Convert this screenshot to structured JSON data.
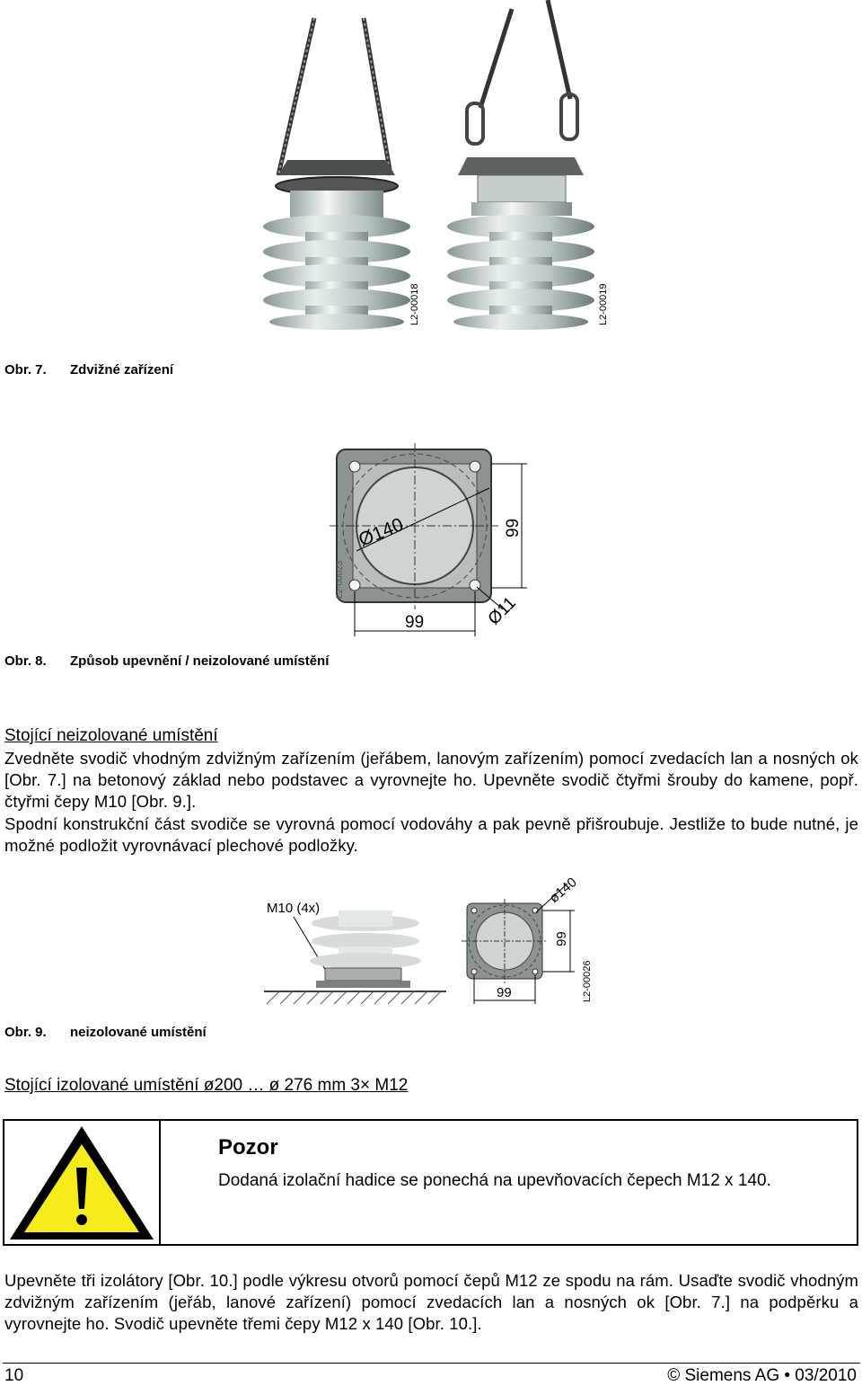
{
  "fig7": {
    "code_left": "L2-00018",
    "code_right": "L2-00019",
    "caption_num": "Obr. 7.",
    "caption_text": "Zdvižné zařízení"
  },
  "fig8": {
    "diameter": "Ø140",
    "height": "99",
    "width": "99",
    "hole": "Ø11",
    "code": "L2-00023",
    "caption_num": "Obr. 8.",
    "caption_text": "Způsob upevnění / neizolované umístění"
  },
  "section1": {
    "heading": "Stojící neizolované umístění",
    "para1": "Zvedněte svodič vhodným zdvižným zařízením (jeřábem, lanovým zařízením) pomocí zvedacích lan a nosných ok [Obr. 7.] na betonový základ nebo podstavec a vyrovnejte ho. Upevněte svodič čtyřmi šrouby do kamene, popř. čtyřmi čepy M10 [Obr. 9.].",
    "para2": "Spodní konstrukční část svodiče se vyrovná pomocí vodováhy a pak pevně přišroubuje. Jestliže to bude nutné, je možné podložit vyrovnávací plechové podložky."
  },
  "fig9": {
    "bolt_label": "M10 (4x)",
    "diameter": "ø140",
    "height": "99",
    "width": "99",
    "code": "L2-00026",
    "caption_num": "Obr. 9.",
    "caption_text": "neizolované umístění"
  },
  "section2": {
    "heading": "Stojící izolované umístění ø200 … ø 276 mm 3× M12"
  },
  "warning": {
    "icon": "warning-triangle-icon",
    "title": "Pozor",
    "text": "Dodaná izolační hadice se ponechá na upevňovacích čepech M12 x 140."
  },
  "section3": {
    "para": "Upevněte tři izolátory [Obr. 10.] podle výkresu otvorů pomocí čepů M12 ze spodu na rám. Usaďte svodič vhodným zdvižným zařízením (jeřáb, lanové zařízení) pomocí zvedacích lan a nosných ok [Obr. 7.] na podpěrku a vyrovnejte ho. Svodič upevněte třemi čepy M12 x 140 [Obr. 10.]."
  },
  "footer": {
    "page": "10",
    "copyright": "© Siemens AG • 03/2010"
  }
}
